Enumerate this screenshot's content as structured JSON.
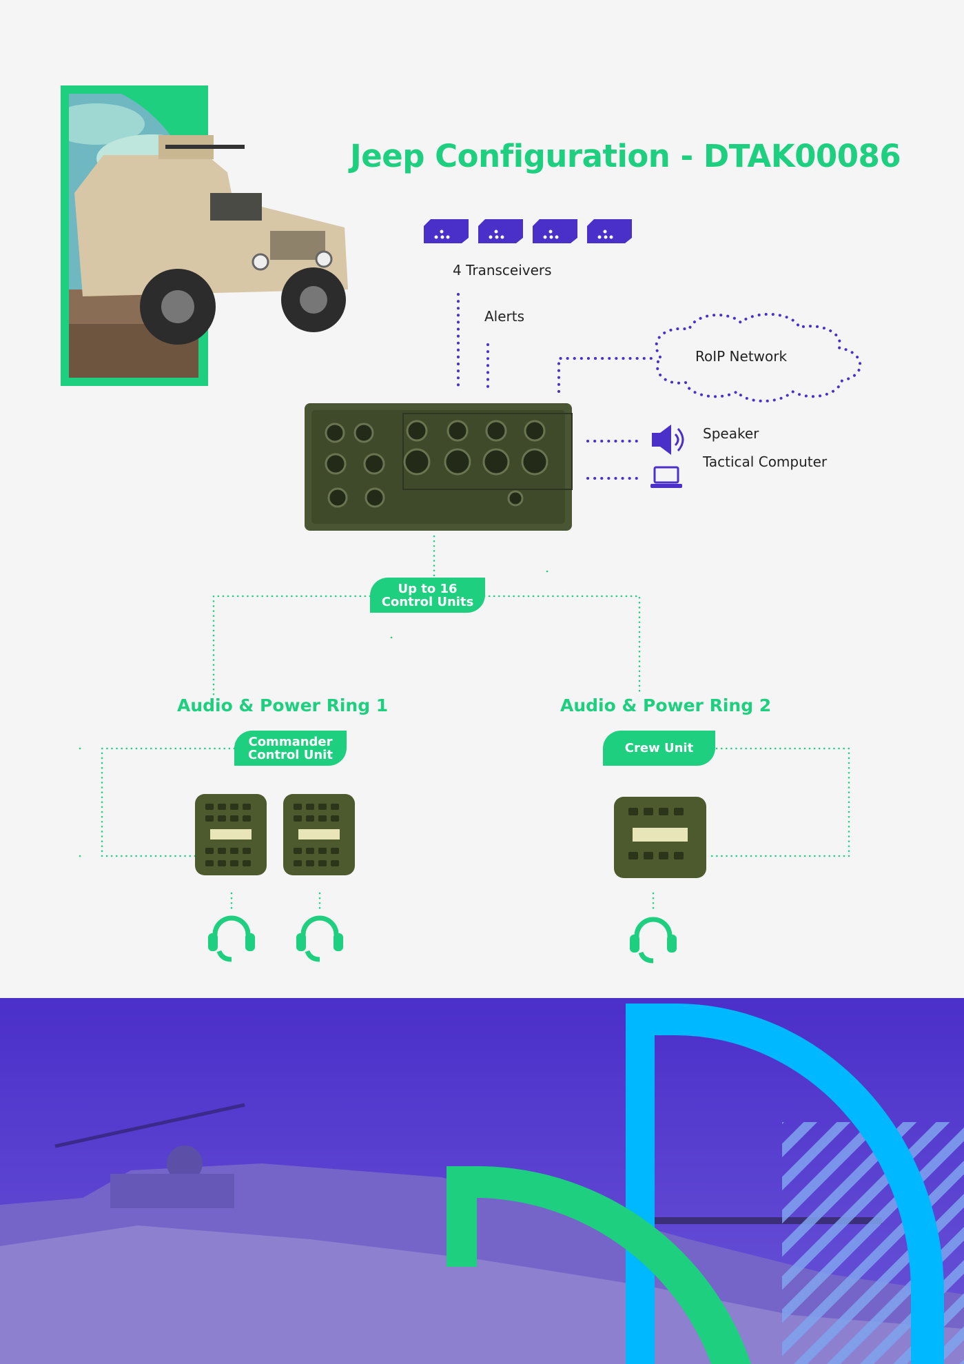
{
  "title": "Jeep Configuration - DTAK00086",
  "transceivers": {
    "count": 4,
    "label": "4 Transceivers",
    "icon": "transceiver-icon"
  },
  "alerts_label": "Alerts",
  "roip_label": "RoIP Network",
  "speaker_label": "Speaker",
  "computer_label": "Tactical Computer",
  "control_units_pill": {
    "line1": "Up to 16",
    "line2": "Control Units"
  },
  "ring1": {
    "title": "Audio & Power Ring 1",
    "unit_pill": {
      "line1": "Commander",
      "line2": "Control Unit"
    },
    "unit_count": 2
  },
  "ring2": {
    "title": "Audio & Power Ring 2",
    "unit_pill": {
      "line1": "Crew Unit"
    },
    "unit_count": 1
  },
  "colors": {
    "accent_green": "#1dcf7f",
    "purple": "#4b2fc9",
    "cyan": "#00b8ff",
    "background": "#f5f5f5"
  }
}
